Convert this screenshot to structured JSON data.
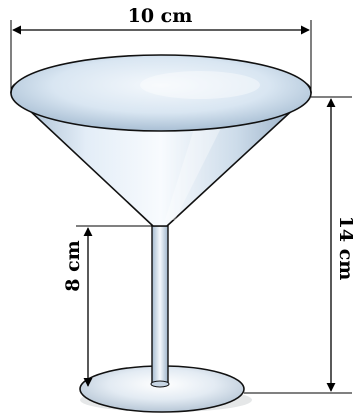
{
  "dimensions": {
    "top_width": "10 cm",
    "total_height": "14 cm",
    "stem_height": "8 cm"
  },
  "colors": {
    "glass_light": "#eef4fb",
    "glass_mid": "#c9dbec",
    "glass_dark": "#8fa9c2",
    "outline": "#111111",
    "dimension_line": "#000000"
  }
}
